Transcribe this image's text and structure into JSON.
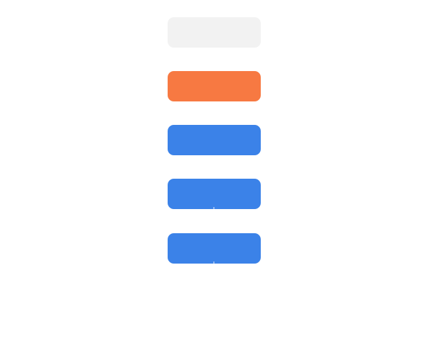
{
  "buttons": [
    {
      "id": "neutral",
      "color": "#f2f2f2"
    },
    {
      "id": "accent",
      "color": "#f77942"
    },
    {
      "id": "primary-1",
      "color": "#3b82e8"
    },
    {
      "id": "primary-2",
      "color": "#3b82e8"
    },
    {
      "id": "primary-3",
      "color": "#3b82e8"
    }
  ]
}
